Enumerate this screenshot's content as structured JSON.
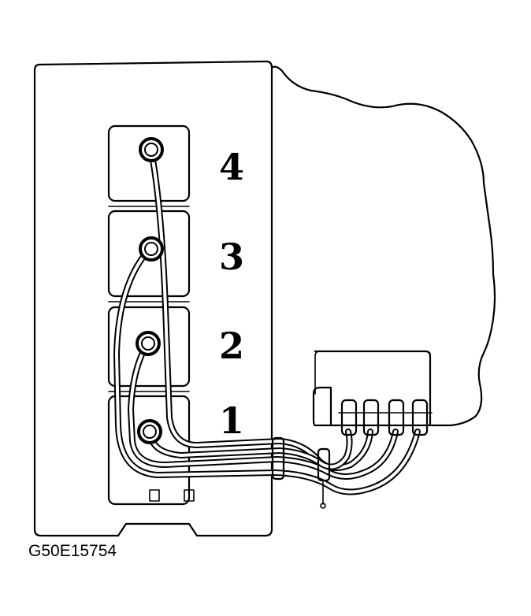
{
  "diagram": {
    "cylinders": [
      {
        "label": "4"
      },
      {
        "label": "3"
      },
      {
        "label": "2"
      },
      {
        "label": "1"
      }
    ],
    "figure_code": "G50E15754"
  }
}
